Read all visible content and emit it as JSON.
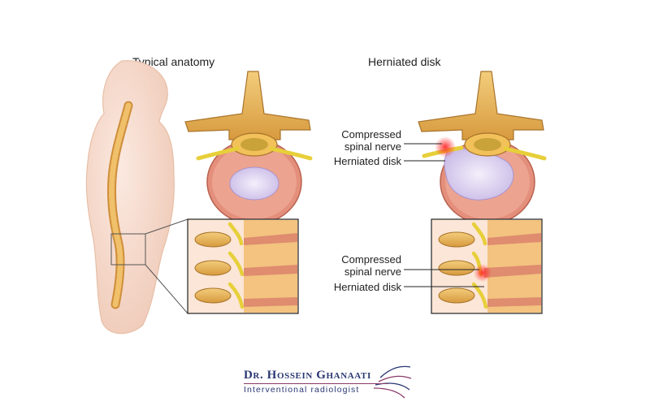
{
  "panels": {
    "left_heading": "Typical anatomy",
    "right_heading": "Herniated disk"
  },
  "callouts": {
    "top_compressed": "Compressed\nspinal nerve",
    "top_herniated": "Herniated disk",
    "bottom_compressed": "Compressed\nspinal nerve",
    "bottom_herniated": "Herniated disk"
  },
  "logo": {
    "name": "Dr. Hossein Ghanaati",
    "subtitle": "Interventional radiologist",
    "colors": {
      "navy": "#2a3773",
      "magenta": "#8a3a6a"
    }
  },
  "colors": {
    "bone": "#e8b45a",
    "bone_dark": "#b5802e",
    "disk_ring": "#e48f7c",
    "nucleus": "#d9cff0",
    "nerve": "#e7cf3a",
    "skin": "#f6ddd0",
    "inflammation": "#e23b3b"
  }
}
